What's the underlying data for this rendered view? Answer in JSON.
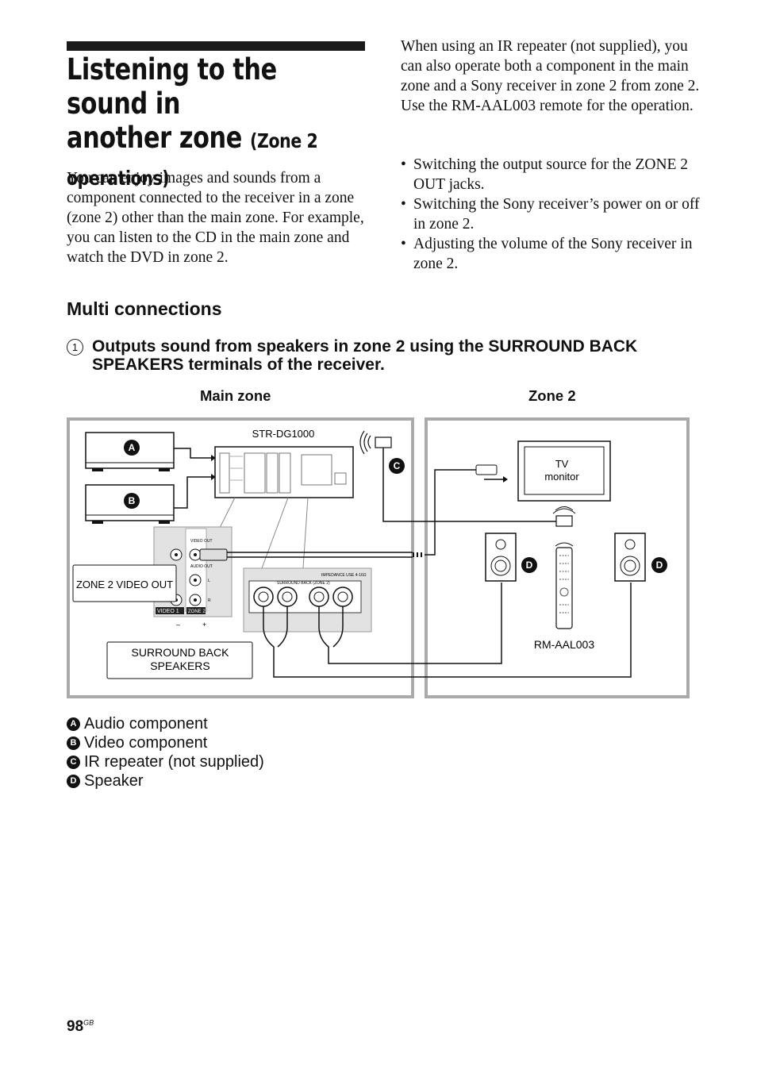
{
  "heading": {
    "title_line1": "Listening to the sound in",
    "title_line2": "another zone",
    "title_suffix_a": "(Zone 2",
    "title_suffix_b": "operations)"
  },
  "intro_text": "You can enjoy images and sounds from a component connected to the receiver in a zone (zone 2) other than the main zone. For example, you can listen to the CD in the main zone and watch the DVD in zone 2.",
  "ir_text": "When using an IR repeater (not supplied), you can also operate both a component in the main zone and a Sony receiver in zone 2 from zone 2. Use the RM-AAL003 remote for the operation.",
  "bullets": [
    "Switching the output source for the ZONE 2 OUT jacks.",
    "Switching the Sony receiver’s power on or off in zone 2.",
    "Adjusting the volume of the Sony receiver in zone 2."
  ],
  "section_heading": "Multi connections",
  "step": {
    "number": "1",
    "text": "Outputs sound from speakers in zone 2 using the SURROUND BACK SPEAKERS terminals of the receiver."
  },
  "zones": {
    "main": "Main zone",
    "zone2": "Zone 2"
  },
  "diagram": {
    "receiver_label": "STR-DG1000",
    "tv_label_1": "TV",
    "tv_label_2": "monitor",
    "zone2_video_out": "ZONE 2 VIDEO OUT",
    "surround_label_1": "SURROUND BACK",
    "surround_label_2": "SPEAKERS",
    "remote_label": "RM-AAL003",
    "panel_surround": "SURROUND BACK (ZONE 2)",
    "panel_impedance": "IMPEDANCE USE 4-16Ω",
    "panel_video1": "VIDEO 1",
    "panel_zone2": "ZONE 2",
    "panel_video_out": "VIDEO OUT",
    "panel_audio_out": "AUDIO OUT",
    "panel_l": "L",
    "panel_r": "R",
    "markers": {
      "a": "A",
      "b": "B",
      "c": "C",
      "d": "D"
    }
  },
  "legend": [
    {
      "marker": "A",
      "text": "Audio component"
    },
    {
      "marker": "B",
      "text": "Video component"
    },
    {
      "marker": "C",
      "text": "IR repeater (not supplied)"
    },
    {
      "marker": "D",
      "text": "Speaker"
    }
  ],
  "page": {
    "number": "98",
    "suffix": "GB"
  }
}
